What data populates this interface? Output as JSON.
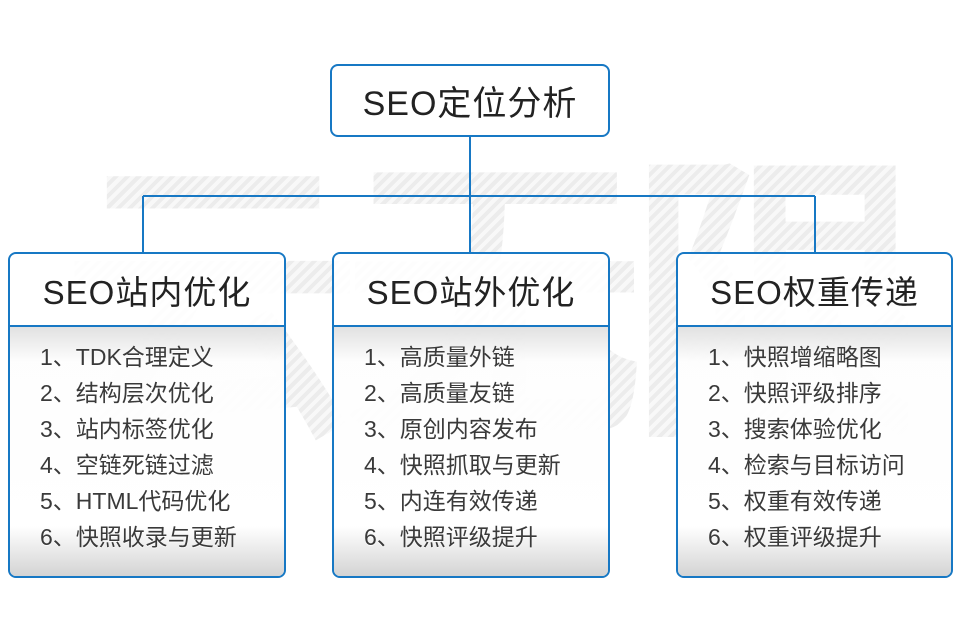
{
  "watermark": {
    "text": "云无限"
  },
  "root": {
    "title": "SEO定位分析"
  },
  "columns": [
    {
      "title": "SEO站内优化",
      "items": [
        "1、TDK合理定义",
        "2、结构层次优化",
        "3、站内标签优化",
        "4、空链死链过滤",
        "5、HTML代码优化",
        "6、快照收录与更新"
      ]
    },
    {
      "title": "SEO站外优化",
      "items": [
        "1、高质量外链",
        "2、高质量友链",
        "3、原创内容发布",
        "4、快照抓取与更新",
        "5、内连有效传递",
        "6、快照评级提升"
      ]
    },
    {
      "title": "SEO权重传递",
      "items": [
        "1、快照增缩略图",
        "2、快照评级排序",
        "3、搜索体验优化",
        "4、检索与目标访问",
        "5、权重有效传递",
        "6、权重评级提升"
      ]
    }
  ],
  "colors": {
    "accent": "#1778c4",
    "heading_text": "#222222",
    "list_text": "#3a3a3a",
    "watermark_gray": "#ececec"
  }
}
